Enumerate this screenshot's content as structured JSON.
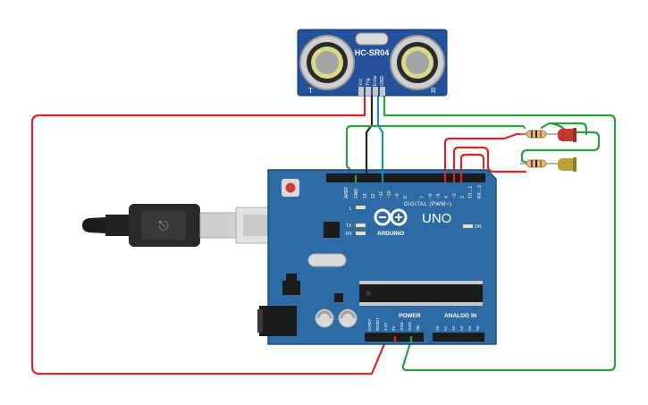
{
  "sensor": {
    "model": "HC-SR04",
    "pins": [
      "Vcc",
      "Trig",
      "Echo",
      "GND"
    ],
    "left_mark": "T",
    "right_mark": "R"
  },
  "board": {
    "brand": "ARDUINO",
    "model": "UNO",
    "digital_header": "DIGITAL (PWM~)",
    "analog_header": "ANALOG IN",
    "power_header": "POWER",
    "on_label": "ON",
    "tx_label": "TX",
    "rx_label": "RX",
    "l_label": "L",
    "digital_pins": [
      "AREF",
      "GND",
      "13",
      "12",
      "~11",
      "~10",
      "~9",
      "8",
      "7",
      "~6",
      "~5",
      "4",
      "~3",
      "2",
      "TX→1",
      "RX←0"
    ],
    "power_pins": [
      "IOREF",
      "RESET",
      "3.3V",
      "5V",
      "GND",
      "GND",
      "Vin"
    ],
    "analog_pins": [
      "A0",
      "A1",
      "A2",
      "A3",
      "A4",
      "A5"
    ]
  },
  "leds": [
    {
      "color_name": "red",
      "color": "#c0392b"
    },
    {
      "color_name": "yellow",
      "color": "#b9a23a"
    }
  ],
  "colors": {
    "board": "#2e6aa3",
    "board_dark": "#1f4f80",
    "wire_red": "#d9262c",
    "wire_green": "#2e9e41",
    "wire_black": "#222222",
    "wire_blue": "#1e88c8",
    "sensor_board": "#24519a"
  }
}
